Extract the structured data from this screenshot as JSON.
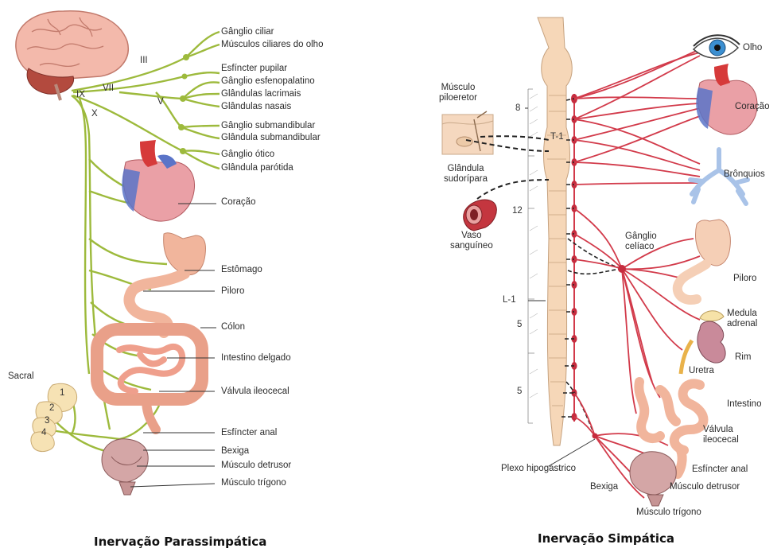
{
  "left": {
    "caption": "Inervação Parassimpática",
    "nerves": [
      "III",
      "VII",
      "V",
      "IX",
      "X"
    ],
    "labels": {
      "ganglio_ciliar": "Gânglio ciliar",
      "musculos_ciliares": "Músculos ciliares do olho",
      "esfincter_pupilar": "Esfíncter pupilar",
      "ganglio_esfenopalatino": "Gânglio esfenopalatino",
      "glandulas_lacrimais": "Glândulas lacrimais",
      "glandulas_nasais": "Glândulas nasais",
      "ganglio_submandibular": "Gânglio submandibular",
      "glandula_submandibular": "Glândula submandibular",
      "ganglio_otico": "Gânglio ótico",
      "glandula_parotida": "Glândula parótida",
      "coracao": "Coração",
      "estomago": "Estômago",
      "piloro": "Piloro",
      "colon": "Cólon",
      "intestino_delgado": "Intestino delgado",
      "valvula_ileocecal": "Válvula ileocecal",
      "esfincter_anal": "Esfíncter anal",
      "bexiga": "Bexiga",
      "musculo_detrusor": "Músculo detrusor",
      "musculo_trigono": "Músculo trígono",
      "sacral": "Sacral"
    },
    "sacral_numbers": [
      "1",
      "2",
      "3",
      "4"
    ]
  },
  "right": {
    "caption": "Inervação Simpática",
    "labels": {
      "olho": "Olho",
      "coracao": "Coração",
      "bronquios": "Brônquios",
      "musculo_piloeretor": "Músculo\npiloeretor",
      "glandula_sudoripara": "Glândula\nsudorípara",
      "vaso_sanguineo": "Vaso\nsanguíneo",
      "ganglio_celiaco": "Gânglio\ncelíaco",
      "piloro": "Piloro",
      "medula_adrenal": "Medula\nadrenal",
      "rim": "Rim",
      "uretra": "Uretra",
      "intestino": "Intestino",
      "valvula_ileocecal": "Válvula\nileocecal",
      "esfincter_anal": "Esfíncter anal",
      "plexo_hipogastrico": "Plexo hipogástrico",
      "bexiga": "Bexiga",
      "musculo_detrusor": "Músculo detrusor",
      "musculo_trigono": "Músculo trígono"
    },
    "spinal_labels": {
      "n8": "8",
      "t1": "T-1",
      "n12": "12",
      "l1": "L-1",
      "n5a": "5",
      "n5b": "5"
    }
  },
  "colors": {
    "parasympathetic": "#9dba3c",
    "sympathetic": "#d23a4a",
    "organ_pink": "#f1b59c",
    "spinal_cord": "#f6d7b8"
  }
}
